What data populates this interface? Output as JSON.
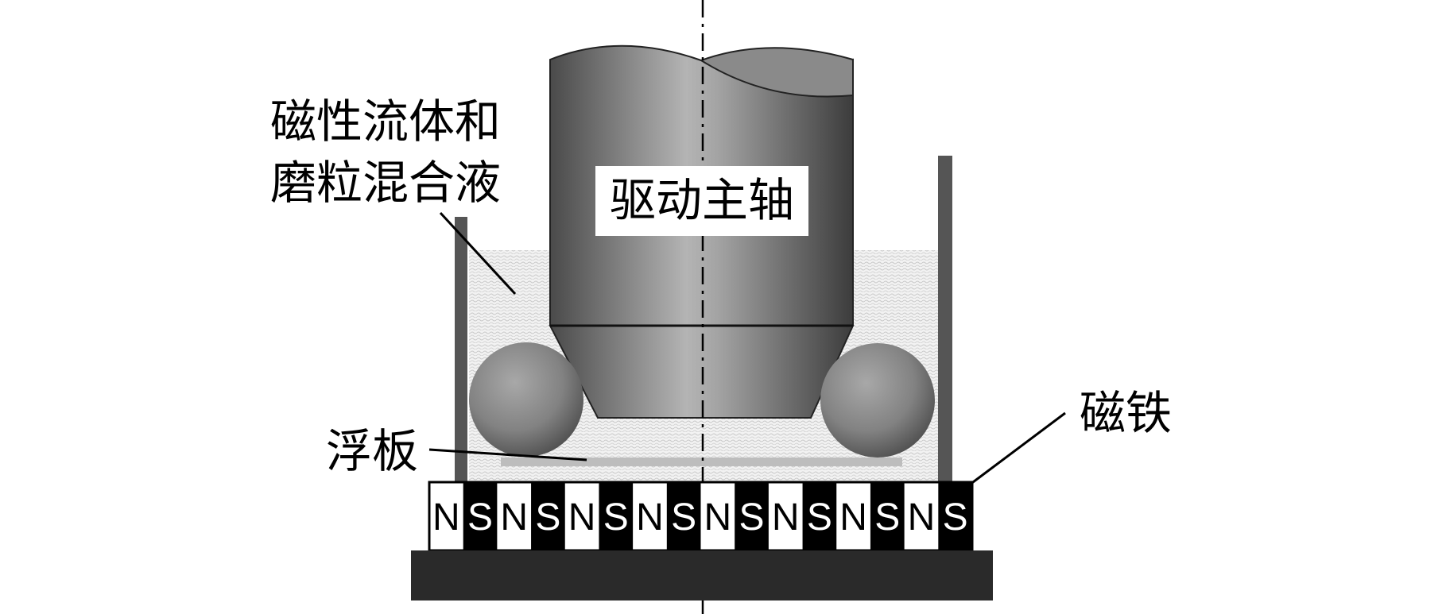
{
  "labels": {
    "fluid": "磁性流体和",
    "fluid2": "磨粒混合液",
    "spindle": "驱动主轴",
    "magnet": "磁铁",
    "float": "浮板"
  },
  "magnet_poles": [
    "N",
    "S",
    "N",
    "S",
    "N",
    "S",
    "N",
    "S",
    "N",
    "S",
    "N",
    "S",
    "N",
    "S",
    "N",
    "S"
  ],
  "colors": {
    "pole_n_bg": "#ffffff",
    "pole_s_bg": "#000000",
    "base": "#2a2a2a",
    "wall": "#555555",
    "float_plate": "#bdbdbd"
  }
}
